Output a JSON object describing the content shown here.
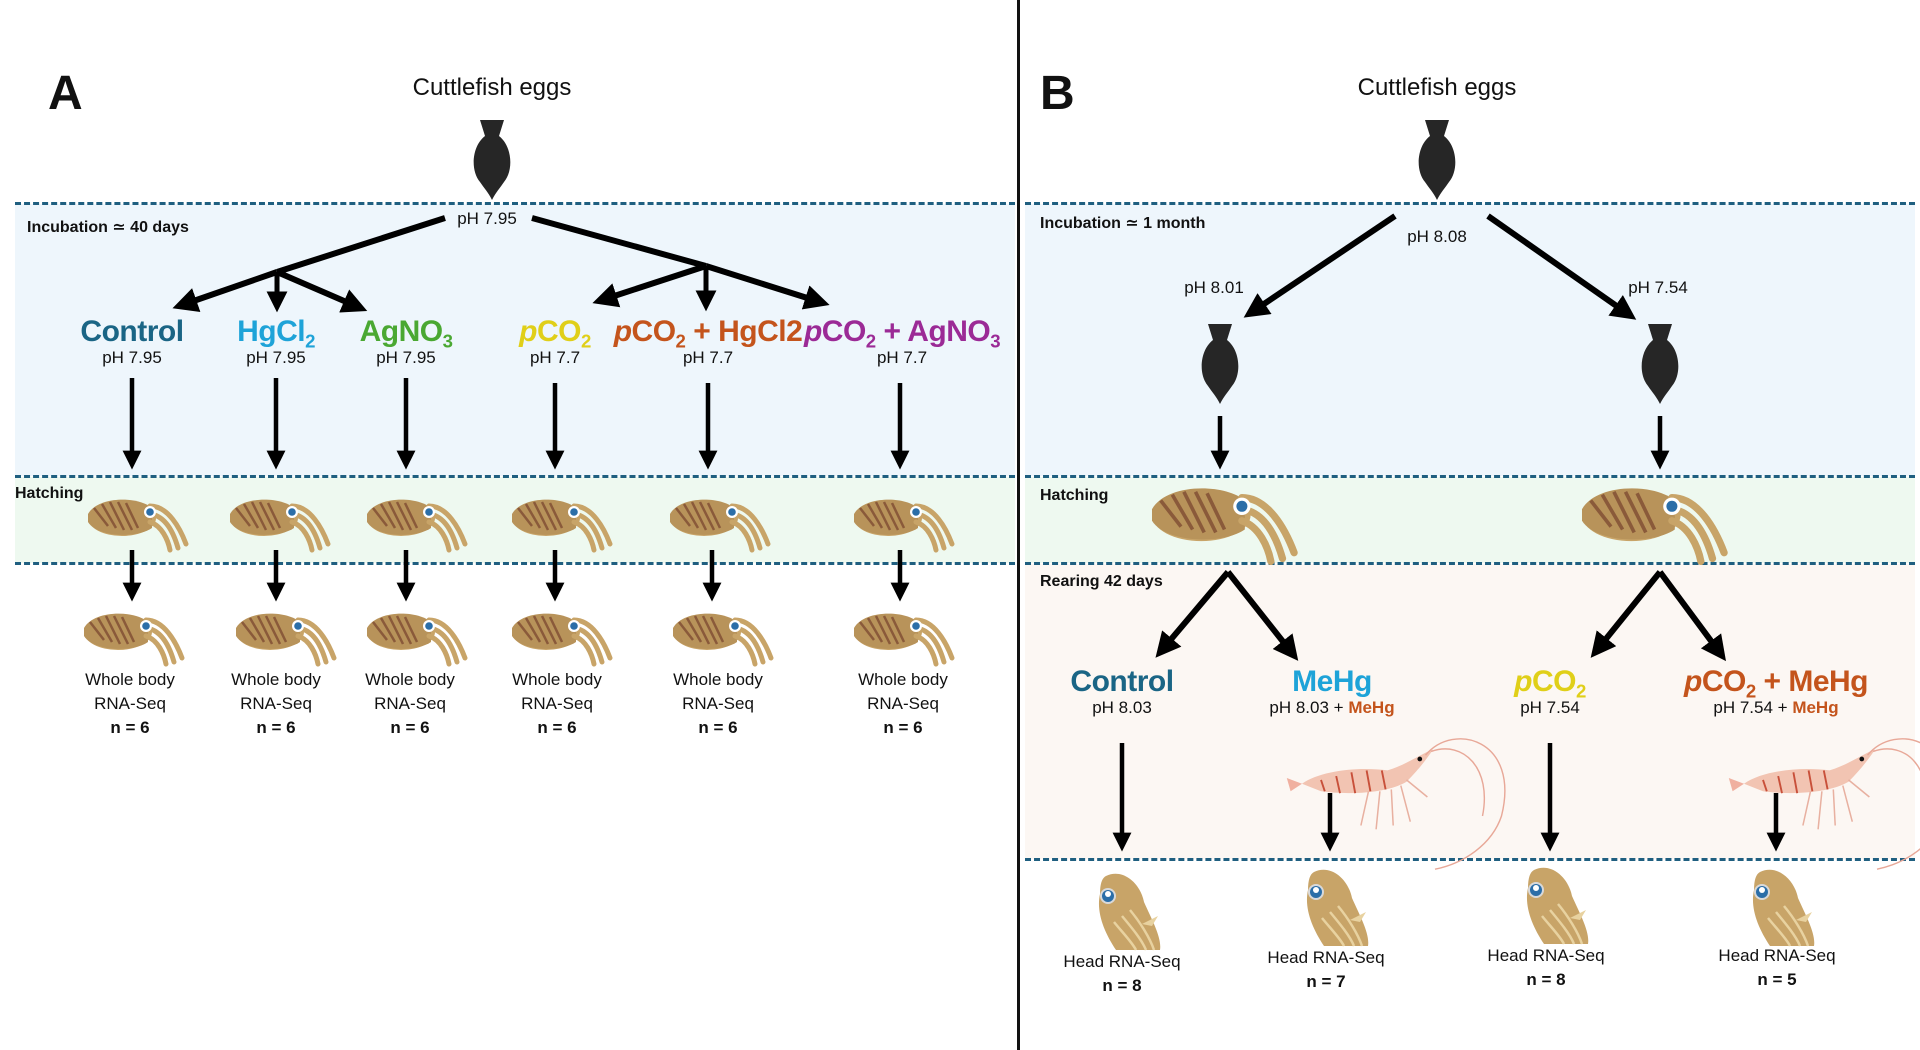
{
  "colors": {
    "control": "#1a6585",
    "hgcl2": "#1ea3d8",
    "agno3": "#4aa832",
    "pco2": "#e0cf18",
    "pco2_hgcl2": "#c4541c",
    "pco2_agno3": "#9b2a96",
    "mehg": "#1ea3d8",
    "pco2_mehg": "#c4541c",
    "incubation_band": "#eef6fc",
    "hatching_band": "#eef9f0",
    "rearing_band": "#fcf7f3",
    "dash_line": "#1f5f80"
  },
  "panel_a": {
    "letter": "A",
    "title": "Cuttlefish eggs",
    "incubation_label": "Incubation ≃ 40 days",
    "hatching_label": "Hatching",
    "root_ph": "pH 7.95",
    "groups": [
      {
        "name": "Control",
        "name_parts": [
          "Control"
        ],
        "ph": "pH 7.95",
        "output_line1": "Whole body",
        "output_line2": "RNA-Seq",
        "n": "n = 6"
      },
      {
        "name": "HgCl2",
        "name_parts": [
          "HgCl",
          "2"
        ],
        "ph": "pH 7.95",
        "output_line1": "Whole body",
        "output_line2": "RNA-Seq",
        "n": "n = 6"
      },
      {
        "name": "AgNO3",
        "name_parts": [
          "AgNO",
          "3"
        ],
        "ph": "pH 7.95",
        "output_line1": "Whole body",
        "output_line2": "RNA-Seq",
        "n": "n = 6"
      },
      {
        "name": "pCO2",
        "name_parts": [
          "p",
          "CO",
          "2"
        ],
        "ph": "pH 7.7",
        "output_line1": "Whole body",
        "output_line2": "RNA-Seq",
        "n": "n = 6"
      },
      {
        "name": "pCO2 + HgCl2",
        "name_parts": [
          "p",
          "CO",
          "2",
          " + HgCl2"
        ],
        "ph": "pH 7.7",
        "output_line1": "Whole body",
        "output_line2": "RNA-Seq",
        "n": "n = 6"
      },
      {
        "name": "pCO2 + AgNO3",
        "name_parts": [
          "p",
          "CO",
          "2",
          " + AgNO",
          "3"
        ],
        "ph": "pH 7.7",
        "output_line1": "Whole body",
        "output_line2": "RNA-Seq",
        "n": "n = 6"
      }
    ]
  },
  "panel_b": {
    "letter": "B",
    "title": "Cuttlefish eggs",
    "incubation_label": "Incubation ≃ 1 month",
    "hatching_label": "Hatching",
    "rearing_label": "Rearing 42 days",
    "root_ph": "pH 8.08",
    "branch_ph": [
      "pH 8.01",
      "pH 7.54"
    ],
    "groups": [
      {
        "name": "Control",
        "name_parts": [
          "Control"
        ],
        "ph": "pH 8.03",
        "ph_extra": "",
        "output": "Head RNA-Seq",
        "n": "n = 8"
      },
      {
        "name": "MeHg",
        "name_parts": [
          "MeHg"
        ],
        "ph": "pH 8.03 + ",
        "ph_extra": "MeHg",
        "output": "Head RNA-Seq",
        "n": "n = 7"
      },
      {
        "name": "pCO2",
        "name_parts": [
          "p",
          "CO",
          "2"
        ],
        "ph": "pH 7.54",
        "ph_extra": "",
        "output": "Head RNA-Seq",
        "n": "n = 8"
      },
      {
        "name": "pCO2 + MeHg",
        "name_parts": [
          "p",
          "CO",
          "2",
          " + MeHg"
        ],
        "ph": "pH 7.54 + ",
        "ph_extra": "MeHg",
        "output": "Head RNA-Seq",
        "n": "n = 5"
      }
    ]
  }
}
